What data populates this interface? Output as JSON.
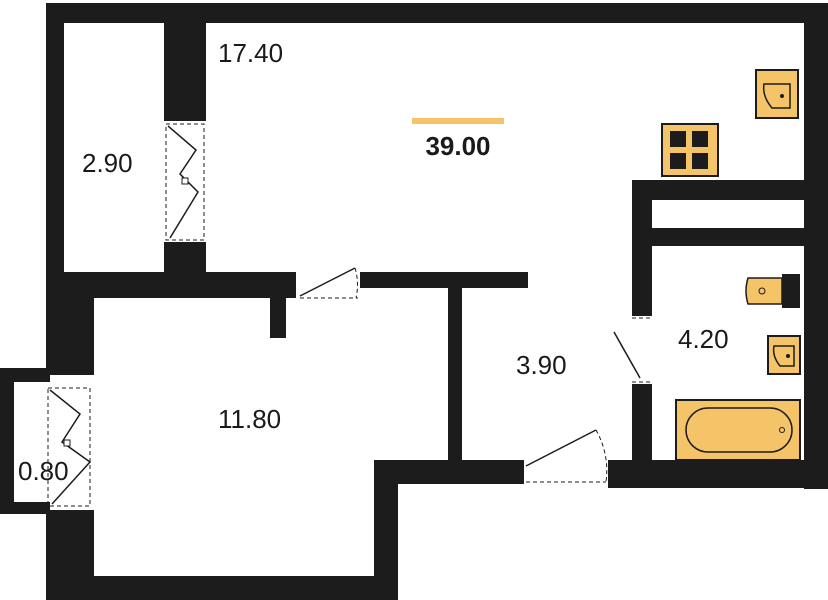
{
  "colors": {
    "wall": "#1c1c1c",
    "fixture": "#f5c469",
    "accent": "#f5c469",
    "background": "#ffffff"
  },
  "total_area": "39.00",
  "rooms": [
    {
      "id": "kitchen-living",
      "area": "17.40"
    },
    {
      "id": "storage",
      "area": "2.90"
    },
    {
      "id": "bedroom",
      "area": "11.80"
    },
    {
      "id": "hallway",
      "area": "3.90"
    },
    {
      "id": "bathroom",
      "area": "4.20"
    },
    {
      "id": "balcony",
      "area": "0.80"
    }
  ],
  "fixtures": [
    "sink-icon",
    "stove-icon",
    "toilet-icon",
    "washbasin-icon",
    "bathtub-icon"
  ]
}
